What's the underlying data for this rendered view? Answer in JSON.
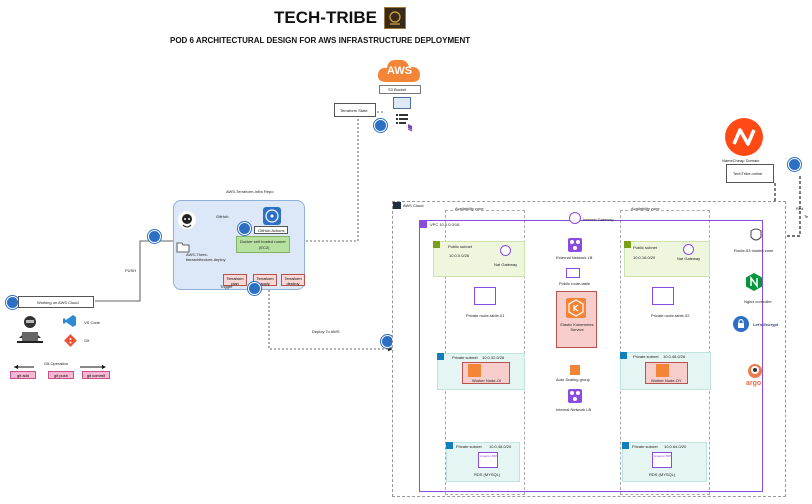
{
  "header": {
    "title": "TECH-TRIBE",
    "subtitle": "POD 6 ARCHITECTURAL DESIGN FOR AWS INFRASTRUCTURE DEPLOYMENT"
  },
  "aws_top": {
    "logo_text": "AWS",
    "s3_label": "S3 Bucket",
    "terraform_state": "Terraform State"
  },
  "namecheap": {
    "label": "NameCheap Domain",
    "domain": "TechTribe.online",
    "side1": "Red",
    "side2": "Te"
  },
  "repo": {
    "title": "AWS-Terraform-Infra Repo",
    "github": "GitHub",
    "actions": "GitHub Actions",
    "folder": "AWS-Three-tierarchitecture-deploy",
    "runner1": "Docker self hosted runner",
    "runner2": "(EC2)",
    "tf1": "Terraform plan",
    "tf2": "Terraform apply",
    "tf3": "Terraform destroy",
    "trigger": "Trigger"
  },
  "developer": {
    "title": "Working on AWS Cloud",
    "vscode": "VS Code",
    "git": "Git",
    "git_operation": "Git-Operation",
    "btn_add": "git add",
    "btn_commit": "git commit",
    "btn_push": "git push",
    "push": "PUSH"
  },
  "flow": {
    "deploy": "Deploy To AWS"
  },
  "cloud": {
    "aws_cloud": "AWS Cloud",
    "az1": "Availability zone",
    "az2": "Availability zone",
    "vpc": "VPC  10.0.0.0/16",
    "igw": "Internet Gateway",
    "ext_lb": "External Network LB",
    "pub_rt": "Public route-table",
    "eks": "Elastic Kubernetes Service",
    "asg": "Auto Scaling group",
    "int_lb": "Internal Network LB",
    "left": {
      "public_subnet": "Public subnet",
      "public_cidr": "10.0.0.0/26",
      "nat": "Nat Gateway",
      "priv_rt": "Private route-table-01",
      "private_subnet": "Private subnet",
      "private_cidr": "10.0.32.0/26",
      "node": "Worker Node-Ol",
      "db_subnet": "Private subnet",
      "db_cidr": "10.0.48.0/20",
      "rds": "RDS (MYSQL)",
      "rds_icon": "Amazon RDS"
    },
    "right": {
      "public_subnet": "Public subnet",
      "public_cidr": "10.0.16.0/20",
      "nat": "Nat Gateway",
      "priv_rt": "Private route-table-02",
      "private_subnet": "Private subnet",
      "private_cidr": "10.0.48.0/26",
      "node": "Worker Node-OY",
      "db_subnet": "Private subnet",
      "db_cidr": "10.0.64.0/20",
      "rds": "RDS (MYSQL)",
      "rds_icon": "Amazon RDS"
    }
  },
  "right_tools": {
    "route53": "Route-53 hosted zone",
    "nginx": "Nginx controller",
    "letsencrypt": "Let's Encrypt",
    "argo": "argo"
  },
  "colors": {
    "pink": "#f7b6d2",
    "aws_orange": "#f58536",
    "green_box": "#b7e1a1",
    "purple": "#8a4be0",
    "blue_num": "#2d6fc4",
    "pub_subnet": "#eef6de",
    "priv_subnet": "#e5f5f3"
  }
}
